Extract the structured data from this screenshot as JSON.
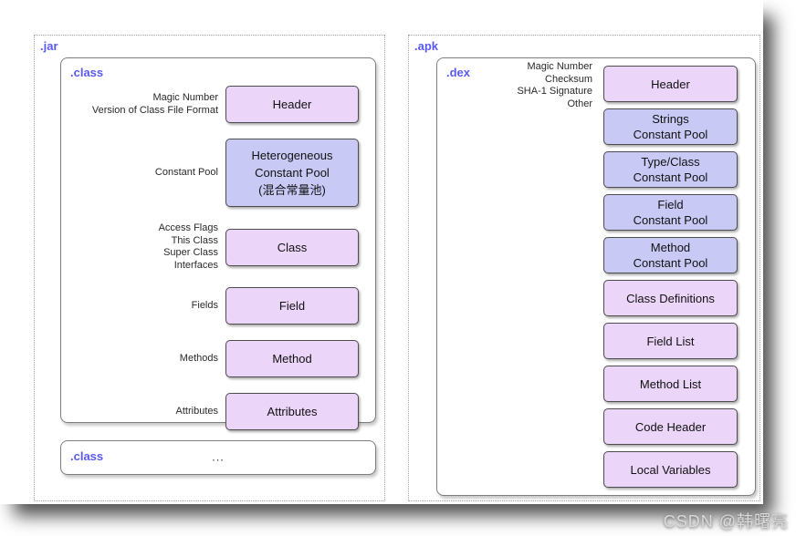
{
  "page": {
    "watermark": "CSDN @韩曙亮"
  },
  "colors": {
    "accent_label_blue": "#5a5af0",
    "box_pink": "#ebd5f8",
    "box_blue": "#c8c9f5",
    "box_border": "#4d4d4d"
  },
  "jar_panel": {
    "label": ".jar",
    "class_main": {
      "label": ".class",
      "rows": [
        {
          "annotation": [
            "Magic Number",
            "Version of Class File Format"
          ],
          "box": {
            "lines": [
              "Header"
            ],
            "color": "pink"
          }
        },
        {
          "annotation": [
            "Constant Pool"
          ],
          "box": {
            "lines": [
              "Heterogeneous",
              "Constant Pool",
              "(混合常量池)"
            ],
            "color": "blue"
          }
        },
        {
          "annotation": [
            "Access Flags",
            "This Class",
            "Super Class",
            "Interfaces"
          ],
          "box": {
            "lines": [
              "Class"
            ],
            "color": "pink"
          }
        },
        {
          "annotation": [
            "Fields"
          ],
          "box": {
            "lines": [
              "Field"
            ],
            "color": "pink"
          }
        },
        {
          "annotation": [
            "Methods"
          ],
          "box": {
            "lines": [
              "Method"
            ],
            "color": "pink"
          }
        },
        {
          "annotation": [
            "Attributes"
          ],
          "box": {
            "lines": [
              "Attributes"
            ],
            "color": "pink"
          }
        }
      ]
    },
    "class_more": {
      "label": ".class",
      "ellipsis": "..."
    }
  },
  "apk_panel": {
    "label": ".apk",
    "dex": {
      "label": ".dex",
      "header_annotation": [
        "Magic Number",
        "Checksum",
        "SHA-1 Signature",
        "Other"
      ],
      "boxes": [
        {
          "lines": [
            "Header"
          ],
          "color": "pink"
        },
        {
          "lines": [
            "Strings",
            "Constant Pool"
          ],
          "color": "blue"
        },
        {
          "lines": [
            "Type/Class",
            "Constant Pool"
          ],
          "color": "blue"
        },
        {
          "lines": [
            "Field",
            "Constant Pool"
          ],
          "color": "blue"
        },
        {
          "lines": [
            "Method",
            "Constant Pool"
          ],
          "color": "blue"
        },
        {
          "lines": [
            "Class Definitions"
          ],
          "color": "pink"
        },
        {
          "lines": [
            "Field List"
          ],
          "color": "pink"
        },
        {
          "lines": [
            "Method List"
          ],
          "color": "pink"
        },
        {
          "lines": [
            "Code Header"
          ],
          "color": "pink"
        },
        {
          "lines": [
            "Local Variables"
          ],
          "color": "pink"
        }
      ]
    }
  }
}
